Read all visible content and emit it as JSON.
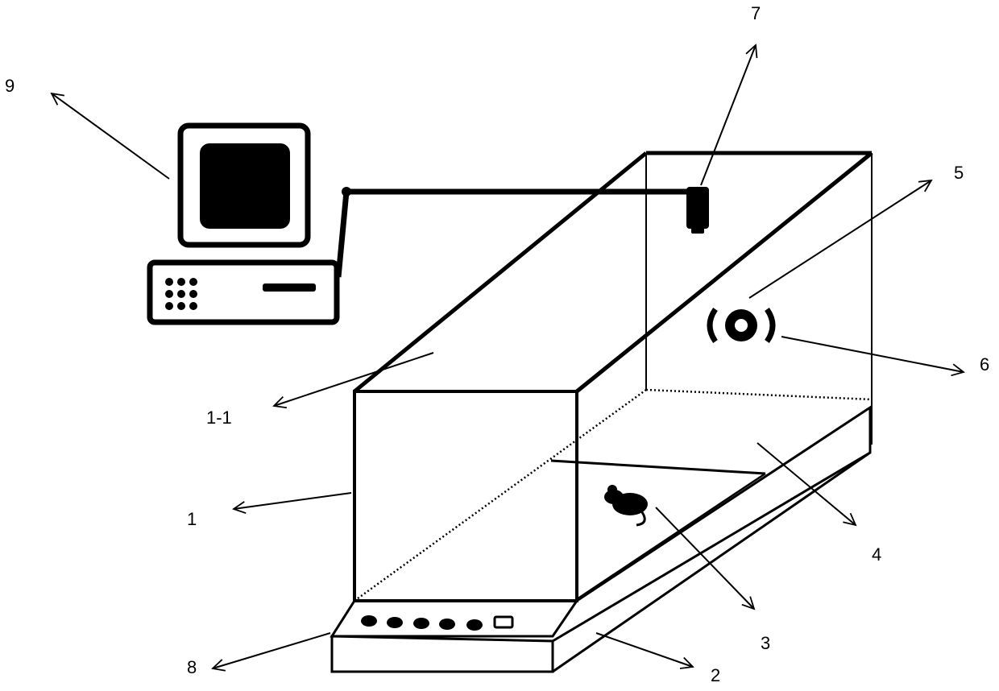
{
  "labels": {
    "l1": "1",
    "l1_1": "1-1",
    "l2": "2",
    "l3": "3",
    "l4": "4",
    "l5": "5",
    "l6": "6",
    "l7": "7",
    "l8": "8",
    "l9": "9"
  }
}
